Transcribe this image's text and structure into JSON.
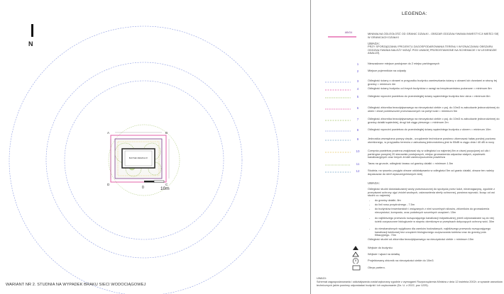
{
  "plan": {
    "north_letter": "N",
    "variant_title": "WARIANT NR 2.  STUDNIA NA WYPADEK BRAKU SIECI WODOCIĄGOWEJ",
    "scale_zero": "0",
    "scale_ten": "10m",
    "building_label": "BUDYNEK MIESZKALNY",
    "corners": [
      "A",
      "B",
      "C",
      "D"
    ],
    "colors": {
      "plot": "#7a3d8c",
      "circle": "#8f9ee3",
      "buffer": "#e04fa1",
      "green": "#a3c36a",
      "yellow": "#e9c96a"
    }
  },
  "legend": {
    "title": "LEGENDA:",
    "boundary_code": "AB/G4",
    "boundary_text": "MINIMALNA ODLEGŁOŚĆ OD GRANIC DZIAŁKI - OBSZAR ODDZIAŁYWANIA INWESTYCJI MIEŚCI SIĘ W GRANICACH DZIAŁKI",
    "remark_header": "UWAGA:",
    "remark_text": "PRZY SPORZĄDZANIU PROJEKTU ZAGOSPODAROWANIA TERENU I WYZNACZANIU OBSZARU ODDZIAŁYWANIA NALEŻY WZIĄĆ POD UWAGĘ PRZEDSTAWIONE NA SCHEMACIE I W LEGENDZIE ANALIZĘ.",
    "items": [
      {
        "num": "1",
        "text": "Nieszadzone miejsce postojowe do 2 miejsc parkingowych"
      },
      {
        "num": "2",
        "text": "Miejsce pojemników na odpady"
      },
      {
        "num": "3",
        "text": "Odległość ściany z oknami w przypadku budynku zamieszkania ściany z oknami lub drzwiami w stronę tej granicy = minimum 4m"
      },
      {
        "num": "4",
        "text": "Odległość ściany budynku od innych budynków z uwagi na bezpieczeństwo pożarowe = minimum 8m"
      },
      {
        "num": "5",
        "text": "Odległość wyrzutni powietrza do przeciwległej ściany sąsiedniego budynku bez okna = minimum 8m"
      },
      {
        "num": "6",
        "text": "Odległość zbiornika bezodpływowego na nieczystości ciekłe o poj. do 10m3 w zabudowie jednorodzinnej do okien i drzwi pomieszczeń przeznaczonych na pobyt ludzi = minimum 5m"
      },
      {
        "num": "7",
        "text": "Odległość zbiornika bezodpływowego na nieczystości ciekłe o poj. do 10m3 w zabudowie jednorodzinnej do granicy działki sąsiedniej, drogi lub ciągu pieszego = minimum 2m"
      },
      {
        "num": "8",
        "text": "Odległość wyrzutni powietrza do przeciwległej ściany sąsiedniego budynku z oknem = minimum 10m"
      },
      {
        "num": "9",
        "text": "Jednostka zewnętrzna pompy ciepła - urządzenie techniczne powinno uformować hałas poniżej poziomu określonego, w przypadku terenów z zabudową jednorodzinną jest to 55dB w ciągu dnia i 40 dB w nocy"
      },
      {
        "num": "10",
        "text": "Czerpnia powietrza powinna znajdować się w odległości co najmniej 8m w ciszej pozycjonej od ulic i parkingów powyżej 20 stanowisk postojowych, miejsc gromadzenia odpadów stałych, wywiewek kanalizacyjnych oraz innych źródeł zanieczyszczenia powietrza"
      },
      {
        "num": "11",
        "text": "Taras na gruncie, odległość tarasu od granicy działki = minimum 1.5m"
      },
      {
        "num": "12",
        "text": "Studnia; na rysunku przyjęto obszar oddziaływania w odległości 5m od granic działki, obszar ten należy dopasować do stref wyszczególnionych niżej"
      }
    ],
    "remark2_header": "UWAGA:",
    "well_intro": "Odległość studni doświadczanej wody przeznaczonej do spożycia przez ludzi, niezmagazynę, zgodnie z przepisami ochrony ujęć źródeł wodnych, ustanowienia strefy ochronnej, powinna wynosić- licząc od osi studni co najmniej:",
    "well_list": [
      "do granicy działki- 8m",
      "do linii rowu przydrożnego - 7.5m",
      "do budynków inwentarskich i związanych z nimi szczelnych silosów, zbiorników do gromadzenia nieczystości, kompostu, oraz podobnych szczelnych urządzeń- 15m",
      "do najbliższego przewodu rozsączającego kanalizacji indywidualnej, jeżeli odprowadzane są do niej ścieki oczyszczone biologicznie w stopniu określonym w przepisach dotyczących ochrony wód- 30m",
      "do niewbarwionych wyjątkowo dla zamków hodowlanych, najbliższego przewodu rozsączającego kanalizacji ściekowej bez urządzeń biologicznego oczyszczania ścieków oraz do granicy pola filtracyjnego- 70m"
    ],
    "tank_text": "Odległość studni od zbiornika bezodpływowego na nieczystości ciekłe = minimum 15m",
    "symbols": [
      {
        "text": "Wejście do budynku"
      },
      {
        "text": "Wejście i wjazd na działkę"
      },
      {
        "num": "5",
        "text": "Projektowany zbiornik na nieczystości ciekłe do 10m3"
      },
      {
        "text": "Obrys partero."
      }
    ],
    "bottom_note_header": "UWAGI:",
    "bottom_note": "Schemat zagospodarowania i oddziaływania został wykonany zgodnie z wymogami Rozporządzenia Ministra z dnia 12 kwietnia 2002r. w sprawie warunków technicznych jakim powinny odpowiadać budynki i ich usytuowanie (Dz. U. z 2022, poz 1225)."
  }
}
